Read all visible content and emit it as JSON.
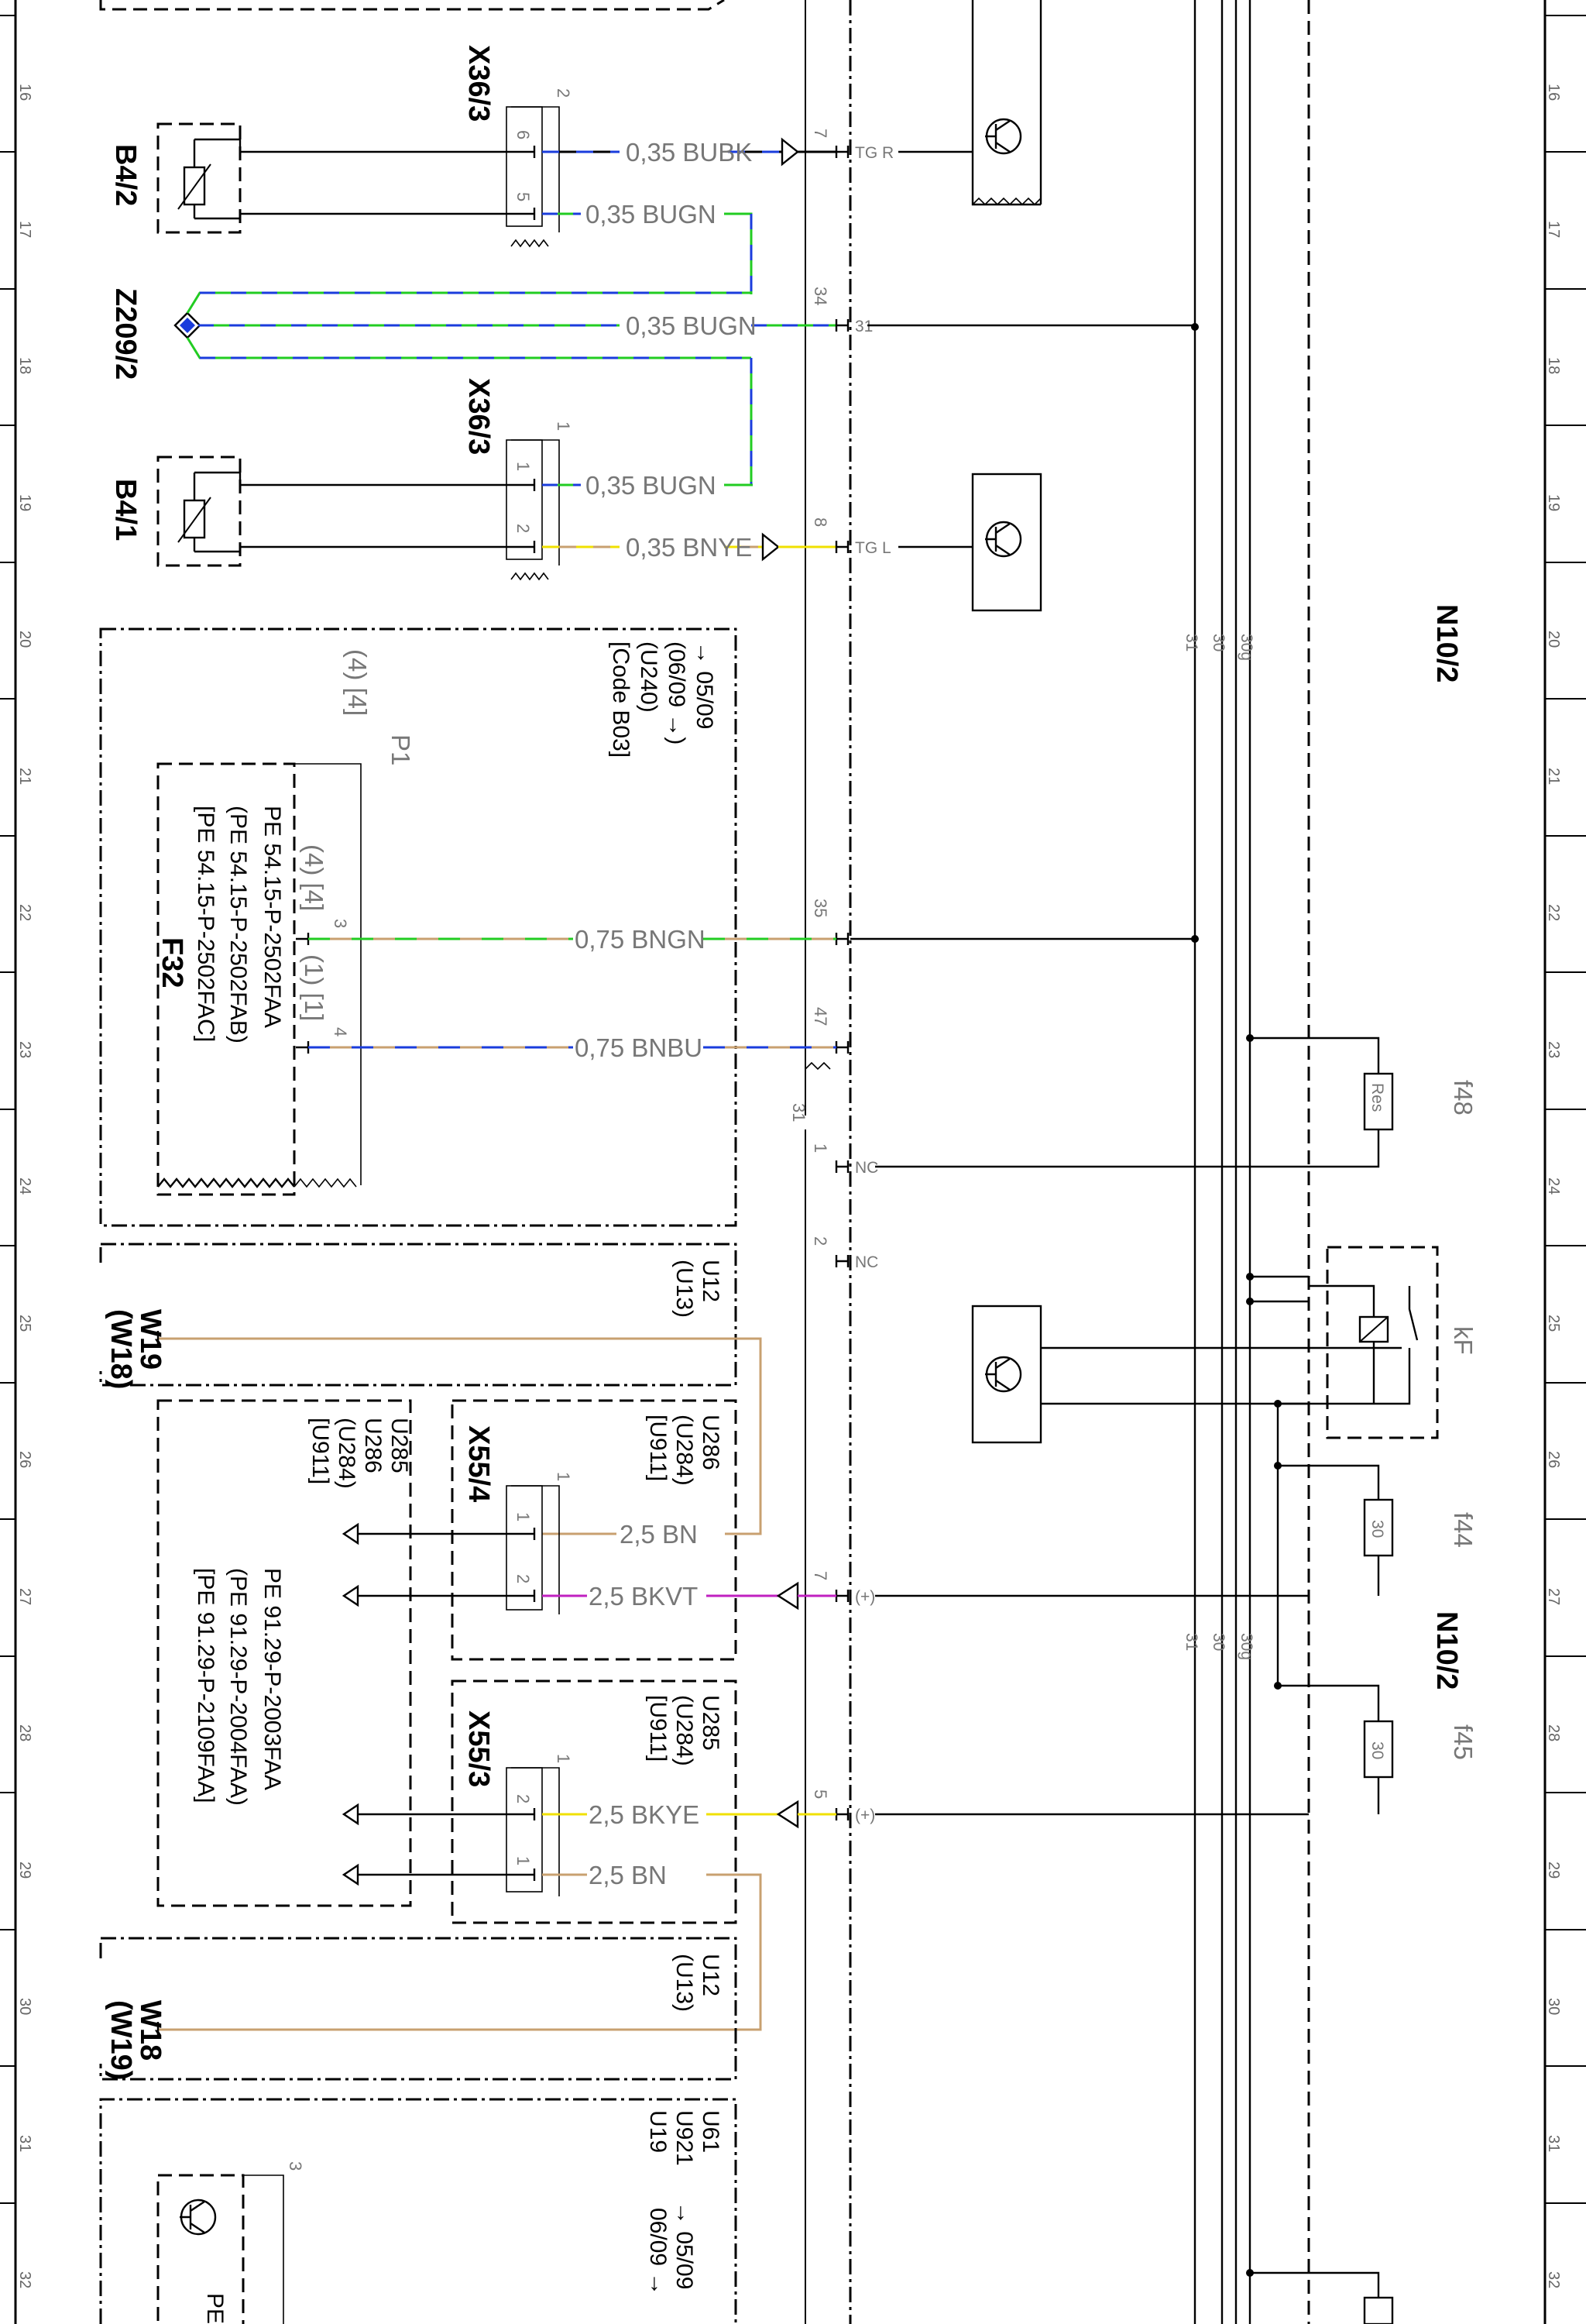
{
  "grid": {
    "rows": [
      "16",
      "17",
      "18",
      "19",
      "20",
      "21",
      "22",
      "23",
      "24",
      "25",
      "26",
      "27",
      "28",
      "29",
      "30",
      "31",
      "32"
    ]
  },
  "components": {
    "b4_2": "B4/2",
    "b4_1": "B4/1",
    "z209_2": "Z209/2",
    "x36_3_top": "X36/3",
    "x36_3_bottom": "X36/3",
    "x55_4": "X55/4",
    "x55_3": "X55/3",
    "n10_2_a": "N10/2",
    "n10_2_b": "N10/2",
    "f32": "F32",
    "p1": "P1",
    "w19_label": "W19",
    "w19_alt": "(W18)",
    "w18_label": "W18",
    "w18_alt": "(W19)"
  },
  "connector_pins": {
    "x36_top_num": "2",
    "x36_top_p6": "6",
    "x36_top_p5": "5",
    "x36_bot_num": "1",
    "x36_bot_p1": "1",
    "x36_bot_p2": "2",
    "x55_4_num": "1",
    "x55_4_p1": "1",
    "x55_4_p2": "2",
    "x55_3_num": "1",
    "x55_3_p2": "2",
    "x55_3_p1": "1",
    "f32_p3": "3",
    "f32_p4": "4",
    "f32_p3_alt": "(4) [4]",
    "f32_p4_alt": "(1) [1]",
    "p1_alt": "(4) [4]"
  },
  "wires": {
    "bubk": "0,35 BUBK",
    "bugn_a": "0,35 BUGN",
    "bugn_b": "0,35 BUGN",
    "bugn_c": "0,35 BUGN",
    "bnye": "0,35 BNYE",
    "bngn": "0,75 BNGN",
    "bnbu": "0,75 BNBU",
    "bn_a": "2,5 BN",
    "bkvt": "2,5 BKVT",
    "bkye": "2,5 BKYE",
    "bn_b": "2,5 BN"
  },
  "n10_pins": {
    "p7": "7",
    "p34": "34",
    "p8": "8",
    "p35": "35",
    "p47": "47",
    "p31": "31",
    "p1": "1",
    "p2": "2",
    "p7b": "7",
    "p5": "5"
  },
  "n10_terms": {
    "tgr": "TG R",
    "t31": "31",
    "tgl": "TG L",
    "nc1": "NC",
    "nc2": "NC",
    "plus1": "(+)",
    "plus2": "(+)"
  },
  "bus_labels": {
    "a31": "31",
    "a30": "30",
    "a30g": "30g",
    "b31": "31",
    "b30": "30",
    "b30g": "30g"
  },
  "fuses": {
    "f48": "f48",
    "f48_val": "Res",
    "kf": "kF",
    "f44": "f44",
    "f44_val": "30",
    "f45": "f45",
    "f45_val": "30"
  },
  "variant_codes": {
    "block1": [
      "→ 05/09",
      "(06/09 →)",
      "(U240)",
      "[Code B03]"
    ],
    "block2": [
      "U12",
      "(U13)"
    ],
    "block3": [
      "U286",
      "(U284)",
      "[U911]"
    ],
    "block4": [
      "U285",
      "U286",
      "(U284)",
      "[U911]"
    ],
    "block5": [
      "U285",
      "(U284)",
      "[U911]"
    ],
    "block6": [
      "U12",
      "(U13)"
    ],
    "block7": [
      "U61",
      "U921",
      "U19",
      "→ 05/09",
      "06/09 →"
    ]
  },
  "part_numbers": {
    "f32": [
      "PE 54.15-P-2502FAA",
      "(PE 54.15-P-2502FAB)",
      "[PE 54.15-P-2502FAC]"
    ],
    "x55": [
      "PE 91.29-P-2003FAA",
      "(PE 91.29-P-2004FAA)",
      "[PE 91.29-P-2109FAA]"
    ],
    "bottom": "PE"
  },
  "colors": {
    "blue": "#1a3cdc",
    "green": "#22cc22",
    "brown": "#c8a070",
    "yellow": "#f0e000",
    "violet": "#c020c0",
    "black": "#000000"
  }
}
